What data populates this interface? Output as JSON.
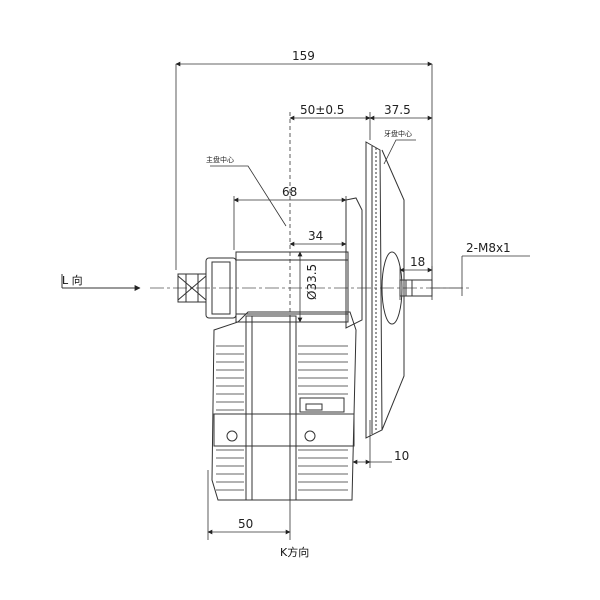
{
  "dimensions": {
    "overall_width": "159",
    "chainring_offset": "50±0.5",
    "chainring_to_edge": "37.5",
    "crank_section": "68",
    "half_section": "34",
    "shaft_diameter": "Ø33.5",
    "spindle_length": "18",
    "thread_spec": "2-M8x1",
    "bottom_offset": "10",
    "housing_width": "50"
  },
  "annotations": {
    "motor_center": "主盘中心",
    "chainring_center": "牙盘中心",
    "direction_l": "L 向",
    "view_label": "K方向"
  }
}
